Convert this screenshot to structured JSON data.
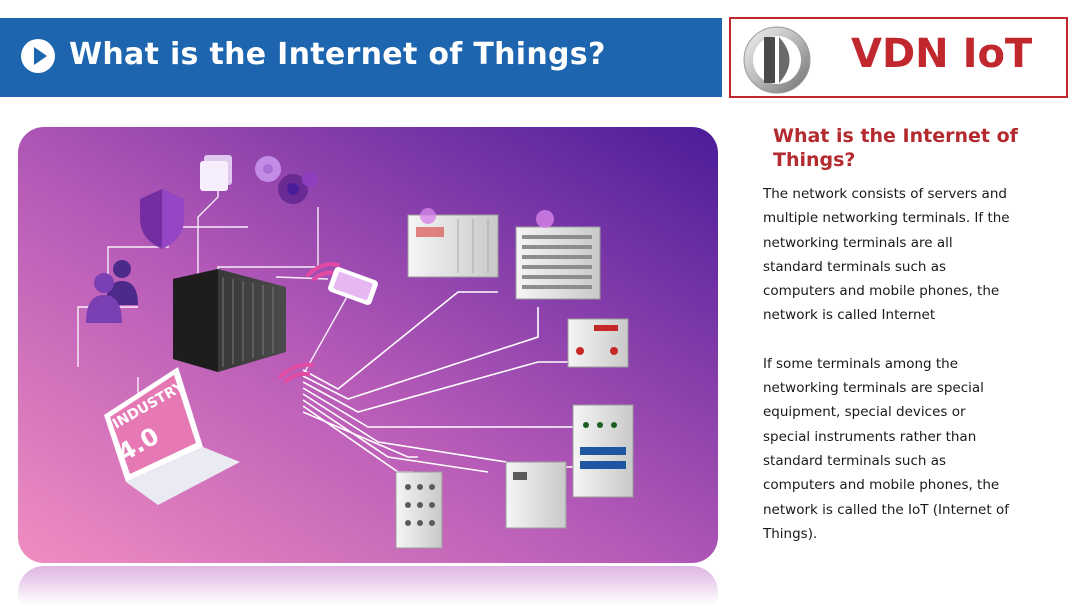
{
  "header": {
    "title": "What is the Internet of Things?",
    "bar_color": "#1d65ae"
  },
  "brand": {
    "name": "VDN IoT",
    "accent_color": "#c0282d"
  },
  "illustration": {
    "badge_text": "INDUSTRY",
    "badge_version": "4.0"
  },
  "content": {
    "heading": "What is the Internet of Things?",
    "paragraph_1": "The network consists of servers and multiple networking terminals. If the networking terminals are all standard terminals such as computers and mobile phones, the network is called Internet",
    "paragraph_2": "If some terminals among the networking terminals are special equipment, special devices or special instruments rather than standard terminals such as computers and mobile phones, the network is called the IoT (Internet of Things)."
  }
}
